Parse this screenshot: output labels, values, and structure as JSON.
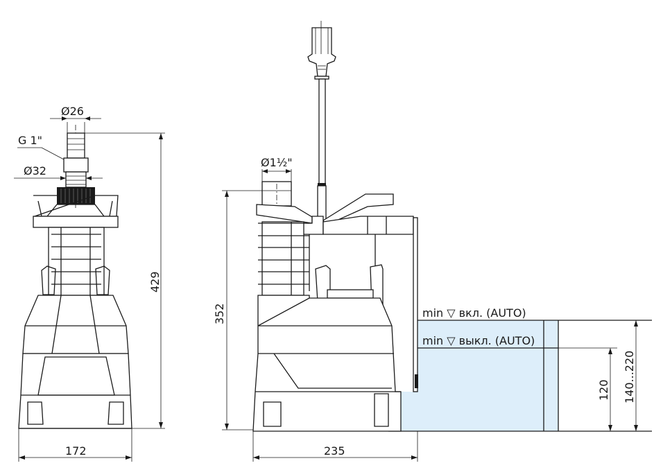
{
  "colors": {
    "water": "#ddeefa",
    "line": "#1a1a1a"
  },
  "front_view": {
    "hose_diameter": "Ø26",
    "thread": "G 1\"",
    "connector_diameter": "Ø32",
    "height": "429",
    "width": "172"
  },
  "side_view": {
    "outlet_diameter": "Ø1½\"",
    "height": "352",
    "width": "235"
  },
  "water_levels": {
    "on_label": "min ▽ вкл. (AUTO)",
    "off_label": "min ▽ выкл. (AUTO)",
    "off_height": "120",
    "on_height_range": "140...220"
  }
}
